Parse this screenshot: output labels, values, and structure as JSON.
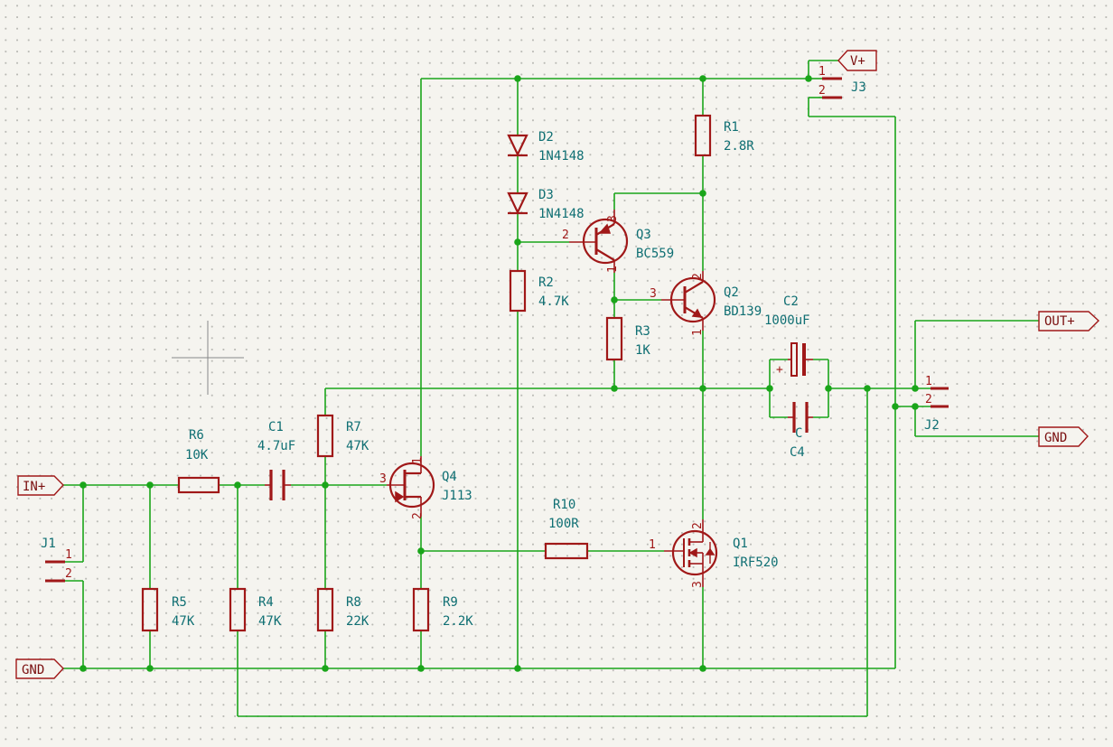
{
  "schematic": {
    "labels": {
      "vplus": "V+",
      "inplus": "IN+",
      "gnd_left": "GND",
      "outplus": "OUT+",
      "gnd_right": "GND"
    },
    "components": {
      "R1": {
        "ref": "R1",
        "value": "2.8R"
      },
      "R2": {
        "ref": "R2",
        "value": "4.7K"
      },
      "R3": {
        "ref": "R3",
        "value": "1K"
      },
      "R4": {
        "ref": "R4",
        "value": "47K"
      },
      "R5": {
        "ref": "R5",
        "value": "47K"
      },
      "R6": {
        "ref": "R6",
        "value": "10K"
      },
      "R7": {
        "ref": "R7",
        "value": "47K"
      },
      "R8": {
        "ref": "R8",
        "value": "22K"
      },
      "R9": {
        "ref": "R9",
        "value": "2.2K"
      },
      "R10": {
        "ref": "R10",
        "value": "100R"
      },
      "C1": {
        "ref": "C1",
        "value": "4.7uF"
      },
      "C2": {
        "ref": "C2",
        "value": "1000uF"
      },
      "C4": {
        "ref": "C4",
        "value": "C"
      },
      "D2": {
        "ref": "D2",
        "value": "1N4148"
      },
      "D3": {
        "ref": "D3",
        "value": "1N4148"
      },
      "Q1": {
        "ref": "Q1",
        "value": "IRF520"
      },
      "Q2": {
        "ref": "Q2",
        "value": "BD139"
      },
      "Q3": {
        "ref": "Q3",
        "value": "BC559"
      },
      "Q4": {
        "ref": "Q4",
        "value": "J113"
      },
      "J1": {
        "ref": "J1"
      },
      "J2": {
        "ref": "J2"
      },
      "J3": {
        "ref": "J3"
      }
    },
    "pins": {
      "one": "1",
      "two": "2",
      "three": "3",
      "plus": "+"
    }
  }
}
